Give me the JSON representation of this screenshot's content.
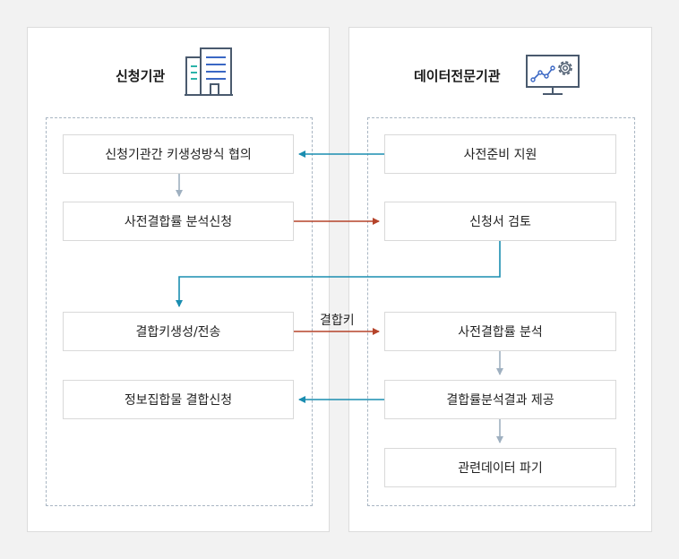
{
  "panels": {
    "left": {
      "title": "신청기관"
    },
    "right": {
      "title": "데이터전문기관"
    }
  },
  "nodes": {
    "left": [
      "신청기관간 키생성방식 협의",
      "사전결합률 분석신청",
      "결합키생성/전송",
      "정보집합물 결합신청"
    ],
    "right": [
      "사전준비 지원",
      "신청서 검토",
      "사전결합률 분석",
      "결합률분석결과 제공",
      "관련데이터 파기"
    ]
  },
  "edge_labels": {
    "key": "결합키"
  },
  "colors": {
    "teal": "#1a8db0",
    "red": "#b5432a",
    "gray": "#9fb0c0"
  },
  "icons": {
    "left": "building-icon",
    "right": "monitor-settings-icon"
  }
}
